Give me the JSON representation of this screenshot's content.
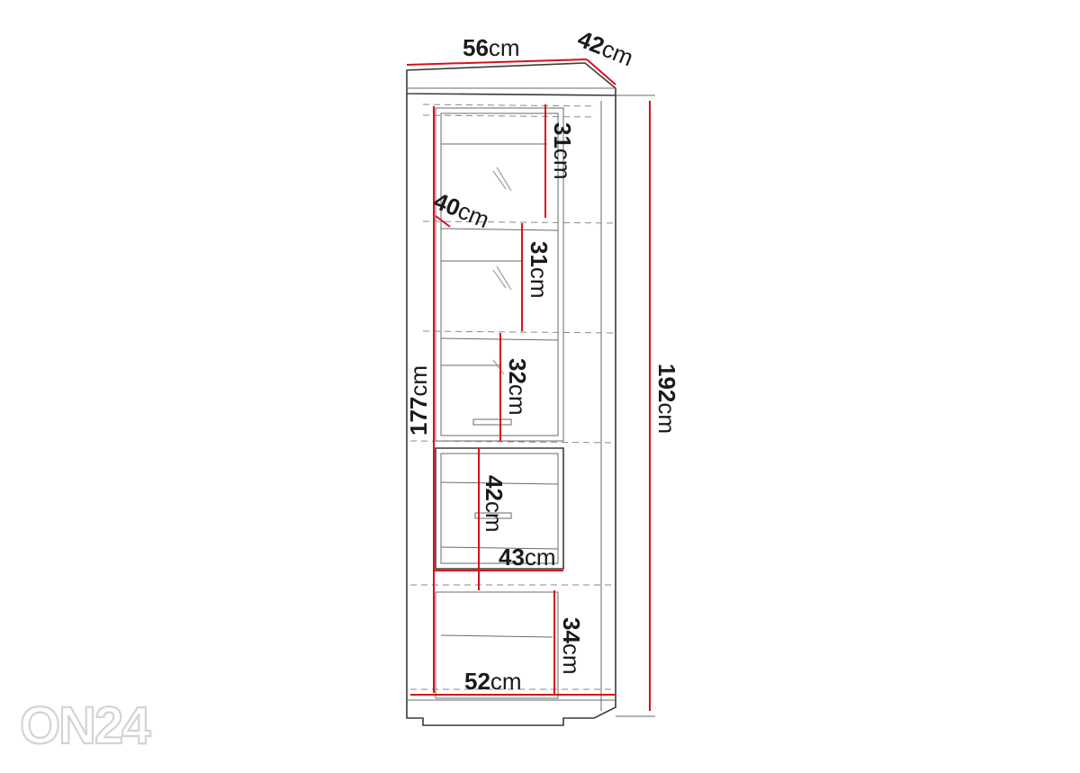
{
  "unit": "cm",
  "dimensions": {
    "width_top": {
      "value": "56",
      "unit": "cm"
    },
    "depth_top": {
      "value": "42",
      "unit": "cm"
    },
    "shelf1_height": {
      "value": "31",
      "unit": "cm"
    },
    "inner_depth": {
      "value": "40",
      "unit": "cm"
    },
    "shelf2_height": {
      "value": "31",
      "unit": "cm"
    },
    "shelf3_height": {
      "value": "32",
      "unit": "cm"
    },
    "door_height": {
      "value": "42",
      "unit": "cm"
    },
    "inner_height_total": {
      "value": "177",
      "unit": "cm"
    },
    "overall_height": {
      "value": "192",
      "unit": "cm"
    },
    "door_width": {
      "value": "43",
      "unit": "cm"
    },
    "bottom_compartment_height": {
      "value": "34",
      "unit": "cm"
    },
    "inner_width": {
      "value": "52",
      "unit": "cm"
    }
  },
  "watermark": "ON24",
  "colors": {
    "dimension_line": "#d8101c",
    "outline": "#3a3a3a",
    "text": "#1a1a1a",
    "watermark": "#d4d4d4"
  }
}
